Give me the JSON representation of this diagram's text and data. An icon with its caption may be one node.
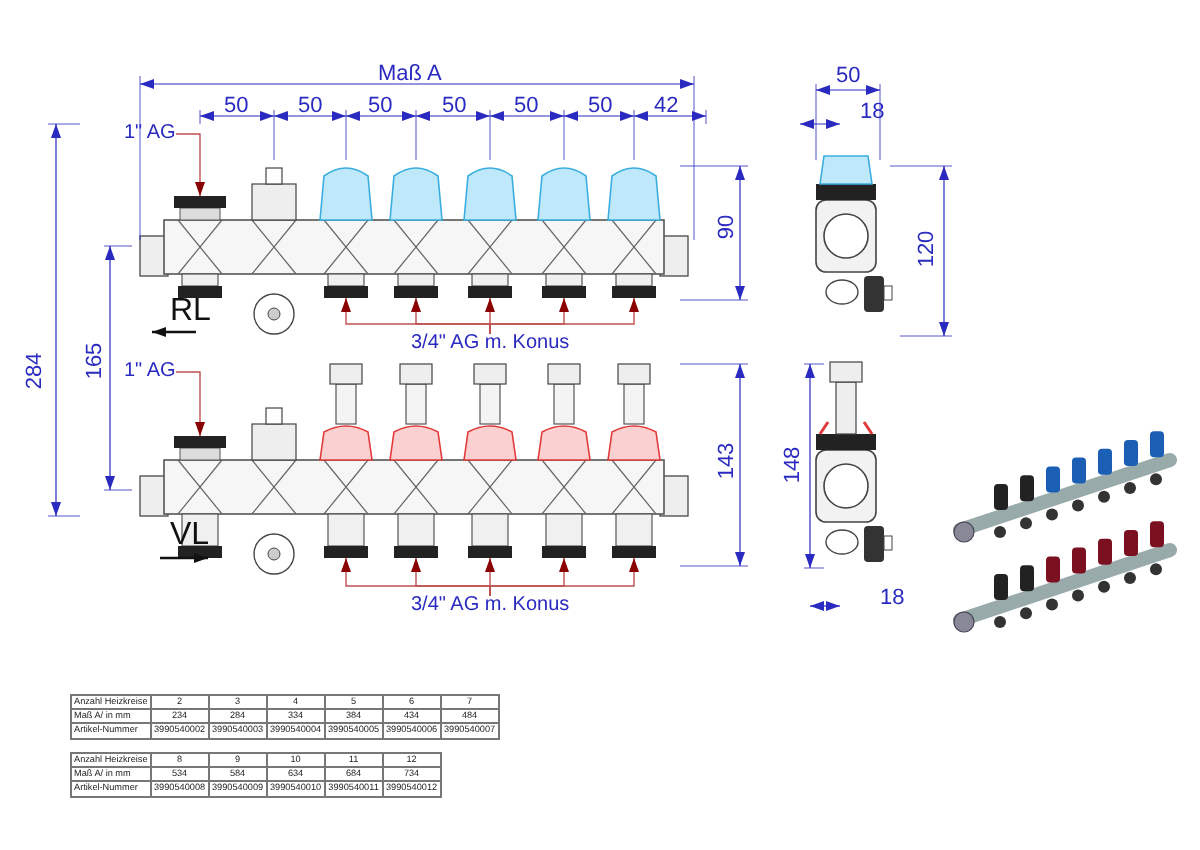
{
  "diagram": {
    "nodes": [
      {
        "text": [
          "1\" AG"
        ]
      },
      {
        "text": [],
        "shape": "box"
      },
      {
        "text": [
          "1\" AG"
        ]
      },
      {
        "text": [],
        "shape": "box"
      },
      {
        "text": [
          "3/4\" AG m. Konus"
        ]
      },
      {
        "text": [],
        "shape": "box"
      },
      {
        "text": [],
        "shape": "box"
      },
      {
        "text": [],
        "shape": "box"
      },
      {
        "text": [],
        "shape": "box"
      },
      {
        "text": [],
        "shape": "box"
      },
      {
        "text": [
          "3/4\" AG m. Konus"
        ]
      },
      {
        "text": [],
        "shape": "box"
      },
      {
        "text": [],
        "shape": "box"
      },
      {
        "text": [],
        "shape": "box"
      },
      {
        "text": [],
        "shape": "box"
      },
      {
        "text": [],
        "shape": "box"
      }
    ],
    "edges": [
      {
        "from": 0,
        "to": 1,
        "arrow": "to"
      },
      {
        "from": 2,
        "to": 3,
        "arrow": "to"
      },
      {
        "from": 4,
        "to": 5,
        "arrow": "to"
      },
      {
        "from": 4,
        "to": 6,
        "arrow": "to"
      },
      {
        "from": 4,
        "to": 7,
        "arrow": "to"
      },
      {
        "from": 4,
        "to": 8,
        "arrow": "to"
      },
      {
        "from": 4,
        "to": 9,
        "arrow": "to"
      },
      {
        "from": 10,
        "to": 11,
        "arrow": "to"
      },
      {
        "from": 10,
        "to": 12,
        "arrow": "to"
      },
      {
        "from": 10,
        "to": 13,
        "arrow": "to"
      },
      {
        "from": 10,
        "to": 14,
        "arrow": "to"
      },
      {
        "from": 10,
        "to": 15,
        "arrow": "to"
      }
    ],
    "labels": [
      "Maß A",
      "50",
      "50",
      "50",
      "50",
      "50",
      "50",
      "42",
      "90",
      "RL",
      "284",
      "165",
      "143",
      "VL",
      "50",
      "18",
      "120",
      "148",
      "18",
      "Anzahl Heizkreise",
      "2",
      "3",
      "4",
      "5",
      "6",
      "7",
      "Maß A/ in mm",
      "234",
      "284",
      "334",
      "384",
      "434",
      "484",
      "Artikel-Nummer",
      "3990540002",
      "3990540003",
      "3990540004",
      "3990540005",
      "3990540006",
      "3990540007",
      "Anzahl Heizkreise",
      "8",
      "9",
      "10",
      "11",
      "12",
      "Maß A/ in mm",
      "534",
      "584",
      "634",
      "684",
      "734",
      "Artikel-Nummer",
      "3990540008",
      "3990540009",
      "3990540010",
      "3990540011",
      "3990540012"
    ]
  }
}
